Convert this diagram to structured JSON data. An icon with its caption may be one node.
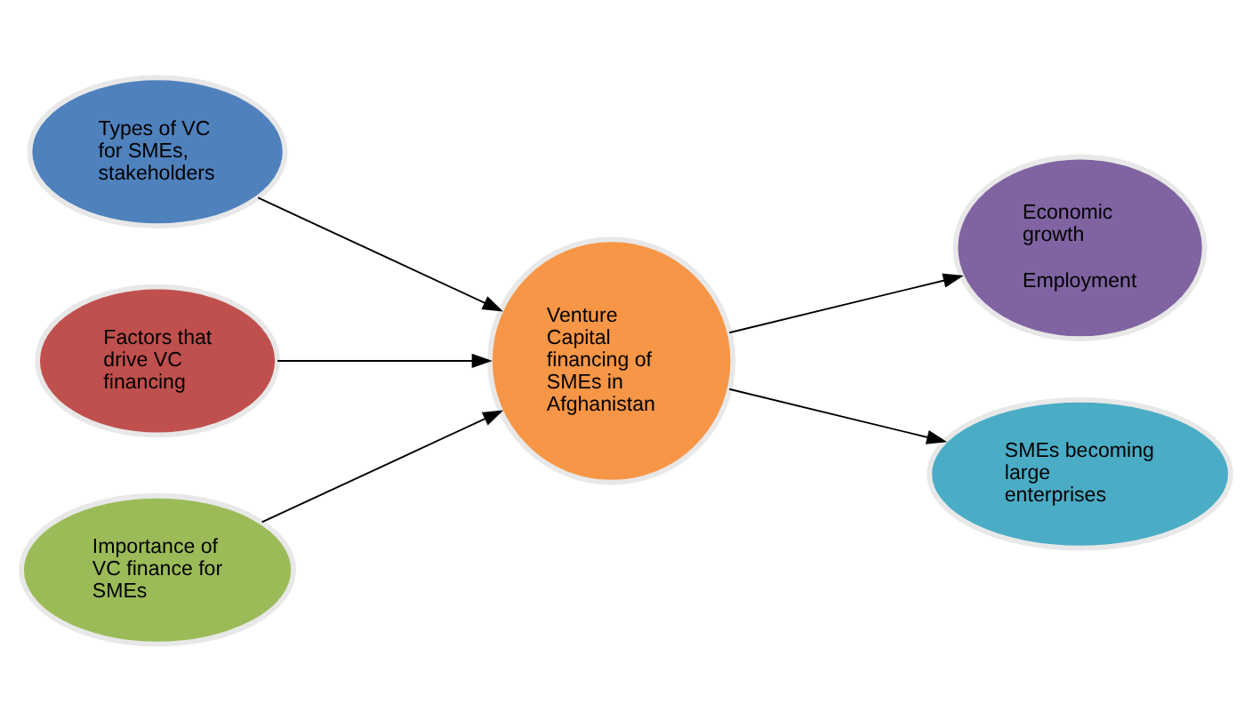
{
  "diagram": {
    "nodes": [
      {
        "text": [
          "Types of VC for SMEs, stakeholders"
        ]
      },
      {
        "text": [
          "Factors that drive VC financing"
        ]
      },
      {
        "text": [
          "Importance of VC finance for SMEs"
        ]
      },
      {
        "text": [
          "Venture Capital financing of SMEs in Afghanistan"
        ]
      },
      {
        "text": [
          "Economic growth",
          "Employment"
        ]
      },
      {
        "text": [
          "SMEs becoming large enterprises"
        ]
      }
    ],
    "edges": [
      {
        "from": 0,
        "to": 3,
        "arrow": "to"
      },
      {
        "from": 1,
        "to": 3,
        "arrow": "to"
      },
      {
        "from": 2,
        "to": 3,
        "arrow": "to"
      },
      {
        "from": 3,
        "to": 4,
        "arrow": "to"
      },
      {
        "from": 3,
        "to": 5,
        "arrow": "to"
      }
    ]
  }
}
